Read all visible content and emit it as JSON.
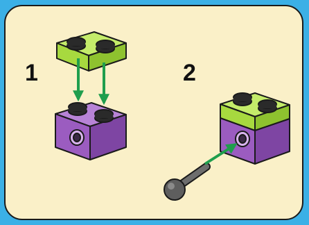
{
  "steps": [
    {
      "number": "1"
    },
    {
      "number": "2"
    }
  ],
  "colors": {
    "background": "#3bb0e6",
    "panel": "#faf0c8",
    "brick_green": "#a7d93f",
    "brick_purple": "#9b5cc0",
    "arrow": "#1f9e4d",
    "pin": "#6d6d6d"
  },
  "icons": [
    "green-2x1-brick",
    "purple-1x2-technic-brick",
    "down-arrow",
    "diagonal-arrow",
    "grey-pin"
  ]
}
